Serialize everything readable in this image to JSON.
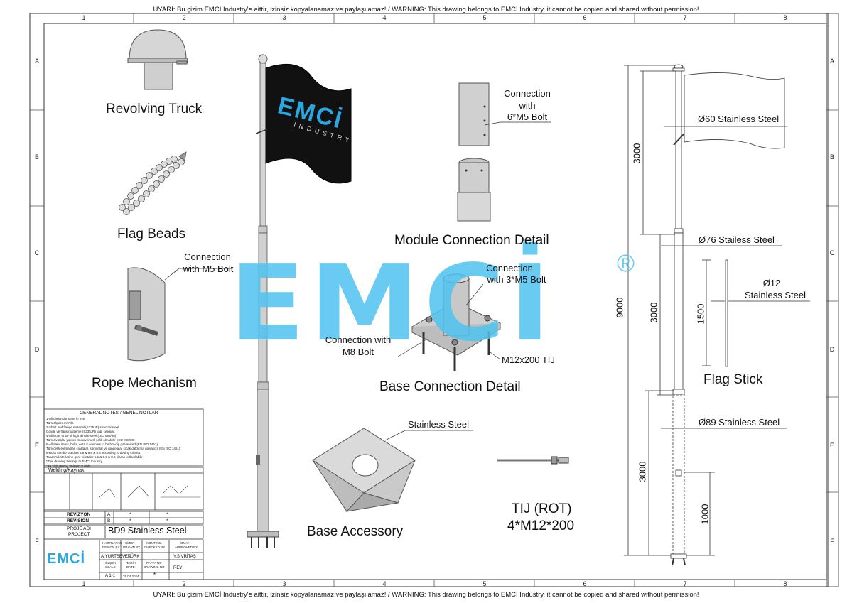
{
  "warning_text": "UYARI: Bu çizim EMCİ Industry'e aittir, izinsiz kopyalanamaz ve paylaşılamaz!  / WARNING: This drawing belongs to EMCİ Industry, it cannot be copied and shared without permission!",
  "grid": {
    "columns": [
      "1",
      "2",
      "3",
      "4",
      "5",
      "6",
      "7",
      "8"
    ],
    "rows": [
      "A",
      "B",
      "C",
      "D",
      "E",
      "F"
    ]
  },
  "watermark": {
    "text": "EMCİ",
    "registered": "®",
    "color": "#4fc3ef"
  },
  "parts": {
    "revolving_truck": "Revolving Truck",
    "flag_beads": "Flag Beads",
    "rope_mechanism": "Rope Mechanism",
    "rope_connection": [
      "Connection",
      "with M5 Bolt"
    ],
    "module_connection_detail": "Module Connection Detail",
    "module_connection_label": [
      "Connection",
      "with",
      "6*M5 Bolt"
    ],
    "base_connection_detail": "Base Connection Detail",
    "base_connection_3m5": [
      "Connection",
      "with 3*M5 Bolt"
    ],
    "base_connection_m8": [
      "Connection with",
      "M8 Bolt"
    ],
    "m12_tij": "M12x200 TIJ",
    "base_accessory": "Base Accessory",
    "stainless_steel_label": "Stainless Steel",
    "tij_title": "TIJ (ROT)",
    "tij_spec": "4*M12*200",
    "flag_stick": "Flag Stick",
    "flag_logo_text": "EMCİ",
    "flag_logo_sub": "INDUSTRY"
  },
  "dimensions": {
    "d60": "Ø60  Stainless Steel",
    "d76": "Ø76 Stailess Steel",
    "d12": [
      "Ø12",
      "Stainless Steel"
    ],
    "d89": "Ø89 Stainless Steel",
    "total": "9000",
    "top_section": "3000",
    "mid_section": "3000",
    "bottom_section": "3000",
    "stick_length": "1500",
    "base_height": "1000"
  },
  "notes": {
    "title": "GENERAL NOTES / GENEL NOTLAR",
    "lines": [
      "1-All dimensions are in mm.",
      "Tüm ölçüler mm'dir.",
      "2-Shaft and flange material (S235JR) structrel steel.",
      "Gövde ve flanş malzeme (S235JR) yapı çeliğidir.",
      "4-All Bolts to be of high tensile steel (ISO 898/80)",
      "Tüm civatalar yüksek mukavemetli çelik olmalıdır (ISO 898/80)",
      "5-All steel items, bolts, nuts & washers to be hot-dip galvanized (EN ISO 1461)",
      "Tüm çelik elemanlar, civatalar, somunlar ve rondelalar sıcak daldırma galvanizli (EN ISO 1461)",
      "6-Bolts can be used as 5.6 & 6.6 & 8.8 according to desing criteria.",
      "Tasarım kriterlerine göre civatalar 5.6 & 6.6 & 8.8 olarak kullanılabilir.",
      "*This drawing belongs to EMCI Industry.",
      "*Bu çizim EMCİ Industry'e aittir."
    ]
  },
  "welding": {
    "title": "Welding/Kaynak"
  },
  "revision": {
    "label_tr": "REVİZYON",
    "label_en": "REVISION",
    "rows": [
      {
        "rev": "A",
        "c1": "*",
        "c2": "*"
      },
      {
        "rev": "B",
        "c1": "*",
        "c2": "*"
      }
    ]
  },
  "project": {
    "label": [
      "PROJE ADI",
      "PROJECT"
    ],
    "name": "BD9 Stainless Steel"
  },
  "titleblock": {
    "logo": "EMCİ",
    "drawn_by_label": [
      "HAZIRLAYAN",
      "DESIGN BY"
    ],
    "drawn_by": "A.YURTSEVEN",
    "approved_label": [
      "ÇİZEN",
      "DRAWN BY"
    ],
    "approved": "H.TÜRK",
    "checked_label": [
      "KONTROL",
      "CHECKED BY"
    ],
    "checked": "",
    "onay_label": [
      "ONAY",
      "APPROVED BY"
    ],
    "onay": "Y.SİVRİTAŞ",
    "scale_label": [
      "ÖLÇEK",
      "SCALE"
    ],
    "scale": "A 1-1",
    "date_label": [
      "TARİH",
      "DATE"
    ],
    "date": "29.04.2024",
    "drawing_no_label": [
      "PAFTA NO",
      "DRAWING NO"
    ],
    "drawing_no": "*",
    "rev_label": "REV"
  },
  "colors": {
    "line": "#222222",
    "metal": "#c8c8c8",
    "flag": "#111111",
    "watermark": "#4fc3ef",
    "logo": "#2aa7e0"
  }
}
